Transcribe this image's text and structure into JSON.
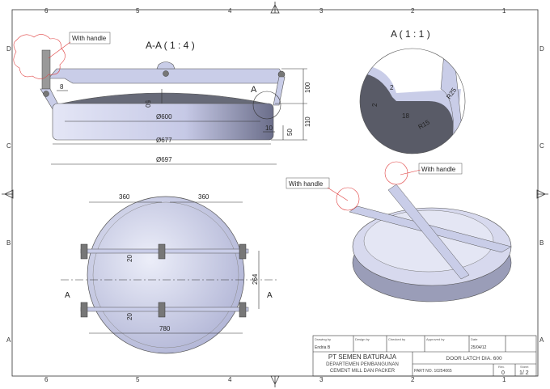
{
  "zones": {
    "cols": [
      "6",
      "5",
      "4",
      "3",
      "2",
      "1"
    ],
    "rows": [
      "D",
      "C",
      "B",
      "A"
    ]
  },
  "section_view": {
    "title": "A-A ( 1 : 4 )",
    "callout": "With handle",
    "detail_marker": "A",
    "dims": {
      "d600": "Ø600",
      "d677": "Ø677",
      "d697": "Ø697",
      "h100": "100",
      "h110": "110",
      "h50": "50",
      "w8": "8",
      "w10": "10",
      "dome50": "50"
    }
  },
  "detail_view": {
    "title": "A ( 1 : 1 )",
    "dims": {
      "d2a": "2",
      "d2b": "2",
      "d18": "18",
      "r15": "R15",
      "r25": "R25"
    }
  },
  "top_view": {
    "section_label": "A",
    "dims": {
      "w360a": "360",
      "w360b": "360",
      "h20a": "20",
      "h20b": "20",
      "h264": "264",
      "w780": "780"
    }
  },
  "iso_view": {
    "callout1": "With handle",
    "callout2": "With handle"
  },
  "title_block": {
    "drawing_by_label": "Drawing by",
    "drawing_by": "Endria B",
    "design_by_label": "Design by",
    "checked_by_label": "Checked by",
    "approved_by_label": "Approved by",
    "date_label": "Date",
    "date": "25/04/12",
    "company": "PT SEMEN BATURAJA",
    "dept1": "DEPARTEMEN PEMBANGUNAN",
    "dept2": "CEMENT MILL DAN PACKER",
    "title": "DOOR LATCH DIA. 600",
    "part_no": "PART NO. 10254065",
    "rev_label": "Rev.",
    "rev": "0",
    "sheet_label": "Sheet",
    "sheet": "1/ 2"
  },
  "colors": {
    "metal": "#c9cde8",
    "dark": "#5a5c66",
    "cloud": "#e04040"
  }
}
